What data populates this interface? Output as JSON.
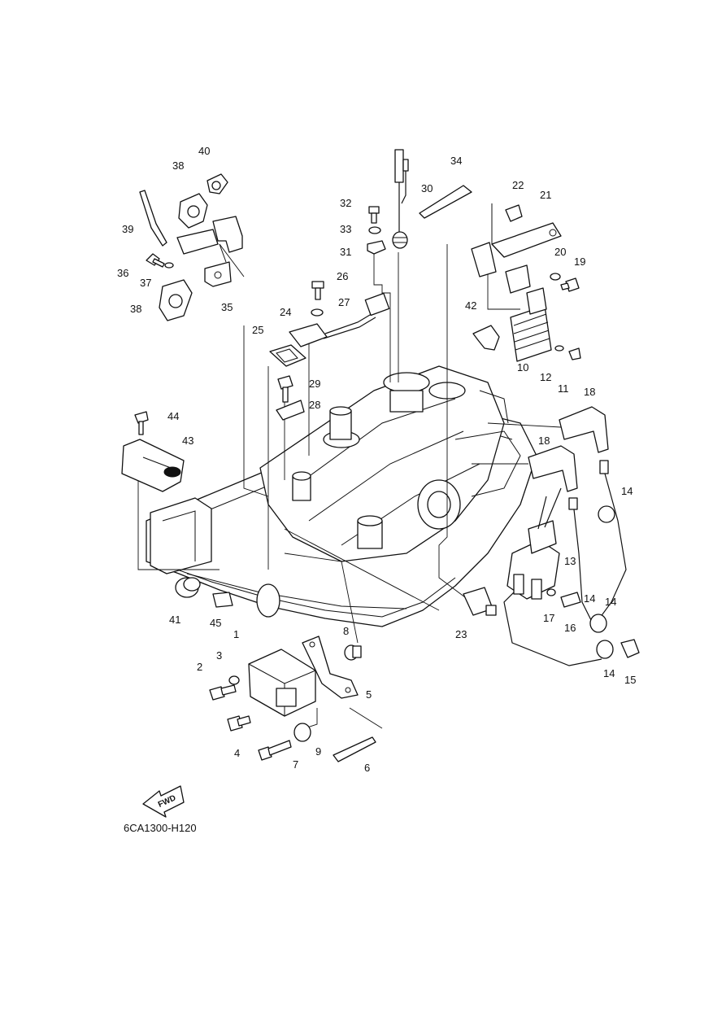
{
  "diagram": {
    "drawing_code": "6CA1300-H120",
    "direction_arrow": "FWD",
    "callouts": [
      "1",
      "2",
      "3",
      "4",
      "5",
      "6",
      "7",
      "8",
      "9",
      "10",
      "11",
      "12",
      "13",
      "14",
      "14",
      "14",
      "14",
      "15",
      "16",
      "17",
      "18",
      "18",
      "19",
      "20",
      "21",
      "22",
      "23",
      "24",
      "25",
      "26",
      "27",
      "28",
      "29",
      "30",
      "31",
      "32",
      "33",
      "34",
      "35",
      "36",
      "37",
      "38",
      "38",
      "39",
      "40",
      "41",
      "42",
      "43",
      "44",
      "45"
    ]
  }
}
